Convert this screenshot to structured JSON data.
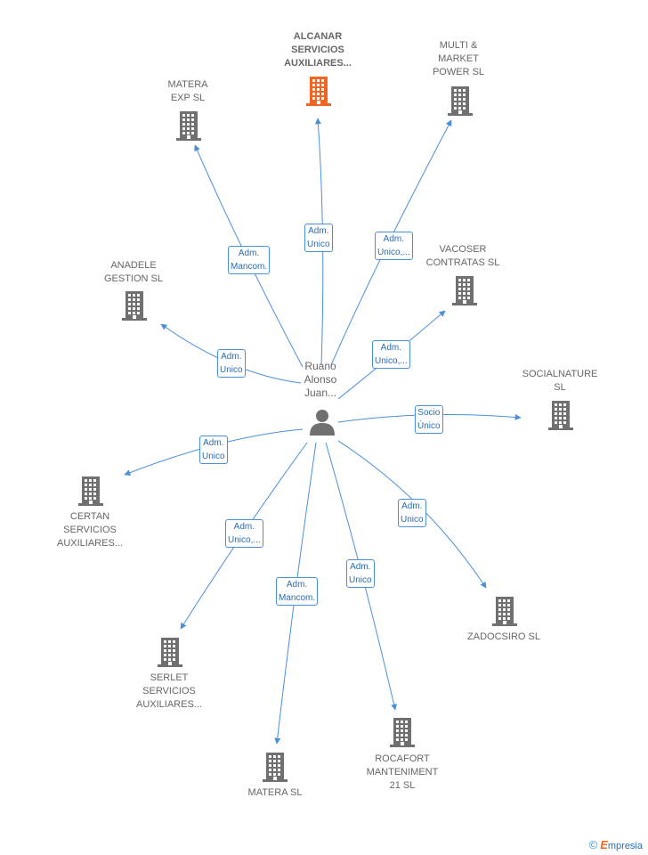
{
  "center": {
    "name": "Ruano\nAlonso\nJuan..."
  },
  "companies": [
    {
      "id": "alcanar",
      "name": "ALCANAR\nSERVICIOS\nAUXILIARES...",
      "highlight": true
    },
    {
      "id": "multi",
      "name": "MULTI &\nMARKET\nPOWER  SL",
      "highlight": false
    },
    {
      "id": "matera-exp",
      "name": "MATERA\nEXP  SL",
      "highlight": false
    },
    {
      "id": "vacoser",
      "name": "VACOSER\nCONTRATAS SL",
      "highlight": false
    },
    {
      "id": "anadele",
      "name": "ANADELE\nGESTION SL",
      "highlight": false
    },
    {
      "id": "socialnature",
      "name": "SOCIALNATURE\nSL",
      "highlight": false
    },
    {
      "id": "certan",
      "name": "CERTAN\nSERVICIOS\nAUXILIARES...",
      "highlight": false
    },
    {
      "id": "zadocsiro",
      "name": "ZADOCSIRO SL",
      "highlight": false
    },
    {
      "id": "serlet",
      "name": "SERLET\nSERVICIOS\nAUXILIARES...",
      "highlight": false
    },
    {
      "id": "rocafort",
      "name": "ROCAFORT\nMANTENIMENT\n21 SL",
      "highlight": false
    },
    {
      "id": "matera",
      "name": "MATERA SL",
      "highlight": false
    }
  ],
  "relations": [
    {
      "to": "alcanar",
      "label": "Adm.\nUnico"
    },
    {
      "to": "multi",
      "label": "Adm.\nUnico,..."
    },
    {
      "to": "matera-exp",
      "label": "Adm.\nMancom."
    },
    {
      "to": "vacoser",
      "label": "Adm.\nUnico,..."
    },
    {
      "to": "anadele",
      "label": "Adm.\nUnico"
    },
    {
      "to": "socialnature",
      "label": "Socio\nÚnico"
    },
    {
      "to": "certan",
      "label": "Adm.\nUnico"
    },
    {
      "to": "zadocsiro",
      "label": "Adm.\nUnico"
    },
    {
      "to": "serlet",
      "label": "Adm.\nUnico,..."
    },
    {
      "to": "rocafort",
      "label": "Adm.\nUnico"
    },
    {
      "to": "matera",
      "label": "Adm.\nMancom."
    }
  ],
  "colors": {
    "edge": "#4a90d9",
    "building": "#707070",
    "highlight": "#f26522",
    "text": "#666666"
  },
  "icons": {
    "person": "person-icon",
    "company": "building-icon"
  },
  "footer": {
    "copyright": "©",
    "brand_initial": "E",
    "brand_rest": "mpresia"
  }
}
